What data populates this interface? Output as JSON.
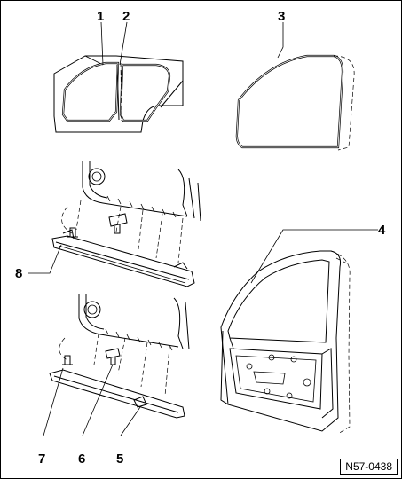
{
  "callouts": {
    "c1": "1",
    "c2": "2",
    "c3": "3",
    "c4": "4",
    "c5": "5",
    "c6": "6",
    "c7": "7",
    "c8": "8"
  },
  "reference_code": "N57-0438",
  "colors": {
    "line": "#000000",
    "background": "#ffffff"
  }
}
